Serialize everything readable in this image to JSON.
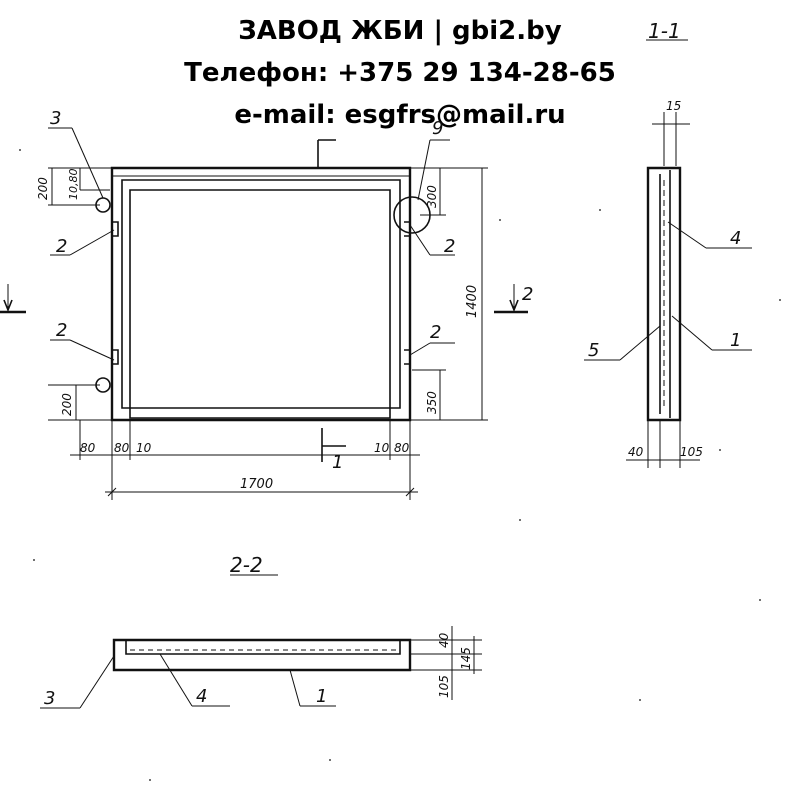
{
  "header": {
    "line1": "ЗАВОД ЖБИ | gbi2.by",
    "line2": "Телефон: +375 29 134-28-65",
    "line3": "e-mail: esgfrs@mail.ru"
  },
  "sections": {
    "s11": "1-1",
    "s22": "2-2",
    "cut1": "1",
    "cut2": "2"
  },
  "callouts": {
    "c1": "1",
    "c2": "2",
    "c3": "3",
    "c4": "4",
    "c5": "5",
    "c9": "9"
  },
  "dims": {
    "d15": "15",
    "d200": "200",
    "d1080": "10,80",
    "d300": "300",
    "d1400": "1400",
    "d350": "350",
    "d80": "80",
    "d10": "10",
    "d1700": "1700",
    "d40": "40",
    "d105": "105",
    "d145": "145"
  }
}
